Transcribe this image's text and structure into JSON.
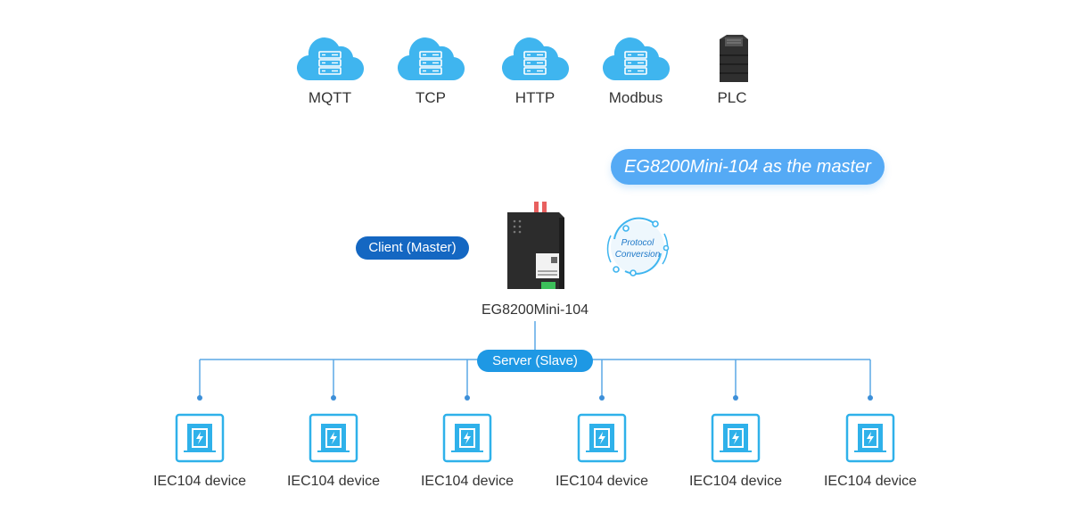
{
  "protocols": [
    {
      "label": "MQTT",
      "icon": "cloud-server-icon"
    },
    {
      "label": "TCP",
      "icon": "cloud-server-icon"
    },
    {
      "label": "HTTP",
      "icon": "cloud-server-icon"
    },
    {
      "label": "Modbus",
      "icon": "cloud-server-icon"
    },
    {
      "label": "PLC",
      "icon": "plc-module-icon"
    }
  ],
  "master_banner": "EG8200Mini-104 as the master",
  "client_role": "Client (Master)",
  "gateway": {
    "name": "EG8200Mini-104",
    "icon": "gateway-device-icon"
  },
  "protocol_conversion": {
    "line1": "Protocol",
    "line2": "Conversion"
  },
  "server_role": "Server (Slave)",
  "devices": [
    {
      "label": "IEC104 device"
    },
    {
      "label": "IEC104 device"
    },
    {
      "label": "IEC104 device"
    },
    {
      "label": "IEC104 device"
    },
    {
      "label": "IEC104 device"
    },
    {
      "label": "IEC104 device"
    }
  ],
  "colors": {
    "cloud": "#3fb5ef",
    "line": "#5aa8e6",
    "master_pill": "#55aaf5",
    "client_pill": "#1467c2",
    "server_pill": "#1e98e4",
    "device_icon": "#2fb1ea"
  }
}
